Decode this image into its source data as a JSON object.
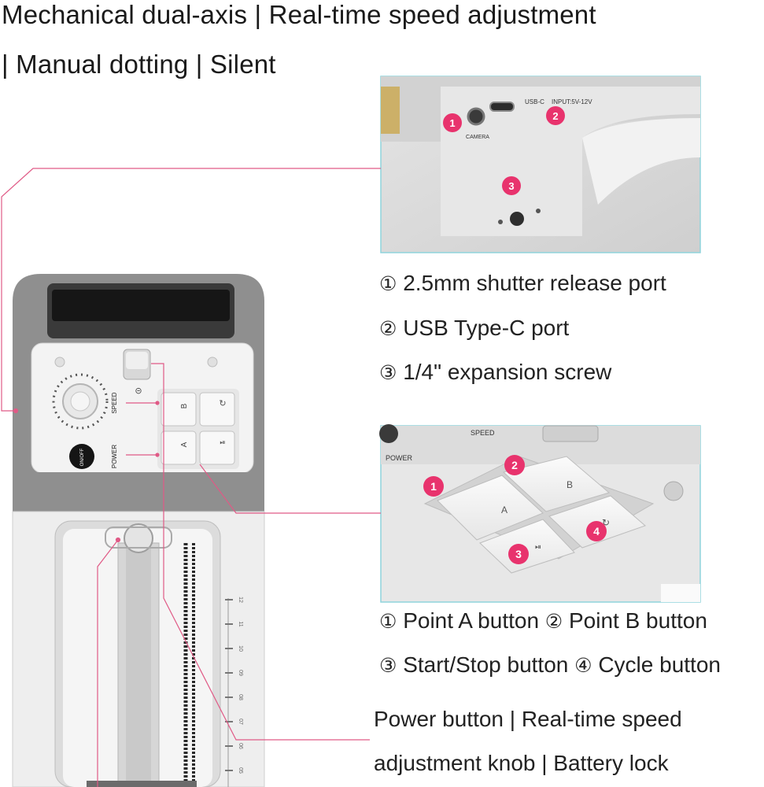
{
  "headline": {
    "line1": "Mechanical dual-axis | Real-time speed adjustment",
    "line2": "| Manual dotting | Silent"
  },
  "ports_panel": {
    "port_labels": {
      "camera": "CAMERA",
      "usb_c": "USB-C",
      "input": "INPUT:5V-12V"
    },
    "badges": [
      "1",
      "2",
      "3"
    ]
  },
  "ports_list": [
    {
      "marker": "①",
      "text": "2.5mm shutter release port"
    },
    {
      "marker": "②",
      "text": "USB Type-C port"
    },
    {
      "marker": "③",
      "text": "1/4\" expansion screw"
    }
  ],
  "device": {
    "speed_label": "SPEED",
    "power_label": "POWER",
    "onoff_label": "ON/OFF",
    "btn_b": "B",
    "btn_a": "A",
    "scale_ticks": [
      "12",
      "11",
      "10",
      "09",
      "08",
      "07",
      "06",
      "05"
    ]
  },
  "buttons_panel": {
    "speed_label": "SPEED",
    "power_label": "POWER",
    "key_a": "A",
    "key_b": "B",
    "badges": [
      "1",
      "2",
      "3",
      "4"
    ]
  },
  "buttons_list": {
    "row1": [
      {
        "marker": "①",
        "text": "Point A button"
      },
      {
        "marker": "②",
        "text": "Point B button"
      }
    ],
    "row2": [
      {
        "marker": "③",
        "text": "Start/Stop button"
      },
      {
        "marker": "④",
        "text": "Cycle button"
      }
    ]
  },
  "bottom_text": {
    "line1": "Power button | Real-time speed",
    "line2": "adjustment knob | Battery lock"
  },
  "colors": {
    "accent_pink": "#e8336d",
    "callout_line": "#e05a86",
    "device_body": "#f2f2f2",
    "device_frame": "#8d8d8d",
    "panel_border": "#8fd4dc"
  }
}
